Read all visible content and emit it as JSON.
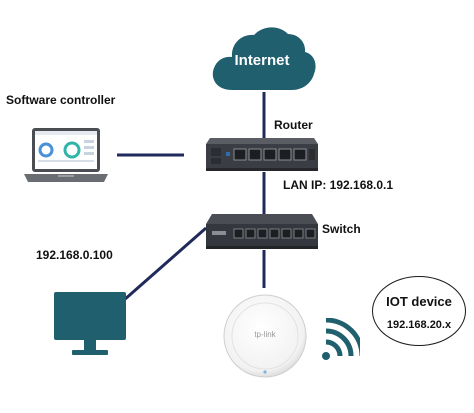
{
  "colors": {
    "accent": "#1f5f6e",
    "link": "#1f2a5a",
    "device_dark": "#3a3d44",
    "port_blue": "#2d6ea8",
    "ap_white": "#f2f2f2"
  },
  "icons": {
    "internet": "cloud-icon",
    "software_controller": "laptop-icon",
    "router": "router-icon",
    "switch": "switch-icon",
    "client_pc": "monitor-icon",
    "access_point": "access-point-icon",
    "wireless": "wifi-signal-icon"
  },
  "nodes": {
    "internet": {
      "label": "Internet"
    },
    "software_controller": {
      "label": "Software controller"
    },
    "router": {
      "label": "Router",
      "lan_ip": "LAN IP: 192.168.0.1"
    },
    "switch": {
      "label": "Switch"
    },
    "client": {
      "ip": "192.168.0.100"
    },
    "iot": {
      "label": "IOT device",
      "ip": "192.168.20.x"
    },
    "access_point": {
      "brand": "tp-link"
    }
  }
}
